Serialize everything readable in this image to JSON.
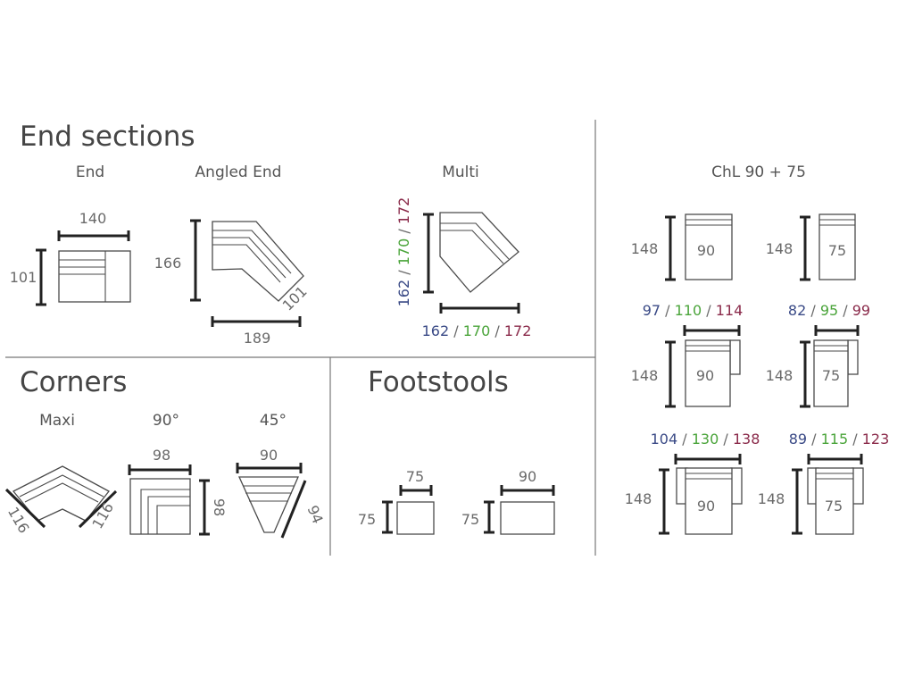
{
  "sections": {
    "end_sections": "End sections",
    "corners": "Corners",
    "footstools": "Footstools"
  },
  "end": {
    "label": "End",
    "width": "140",
    "depth": "101"
  },
  "angled_end": {
    "label": "Angled End",
    "height": "166",
    "width": "189",
    "depth": "101"
  },
  "multi": {
    "label": "Multi",
    "left_v1": "162",
    "left_v2": "170",
    "left_v3": "172",
    "bottom_v1": "162",
    "bottom_v2": "170",
    "bottom_v3": "172",
    "sep": "/"
  },
  "corners": {
    "maxi_label": "Maxi",
    "maxi_left": "116",
    "maxi_right": "116",
    "deg90_label": "90°",
    "deg90_width": "98",
    "deg90_depth": "98",
    "deg45_label": "45°",
    "deg45_width": "90",
    "deg45_depth": "94"
  },
  "footstools": {
    "small_width": "75",
    "small_depth": "75",
    "large_width": "90",
    "large_depth": "75"
  },
  "chl": {
    "title": "ChL 90 + 75",
    "r1_left_height": "148",
    "r1_left_inner": "90",
    "r1_right_height": "148",
    "r1_right_inner": "75",
    "r2_left_v1": "97",
    "r2_left_v2": "110",
    "r2_left_v3": "114",
    "r2_left_height": "148",
    "r2_left_inner": "90",
    "r2_right_v1": "82",
    "r2_right_v2": "95",
    "r2_right_v3": "99",
    "r2_right_height": "148",
    "r2_right_inner": "75",
    "r3_left_v1": "104",
    "r3_left_v2": "130",
    "r3_left_v3": "138",
    "r3_left_height": "148",
    "r3_left_inner": "90",
    "r3_right_v1": "89",
    "r3_right_v2": "115",
    "r3_right_v3": "123",
    "r3_right_height": "148",
    "r3_right_inner": "75"
  },
  "colors": {
    "blue": "#3a4a86",
    "green": "#4aa43a",
    "red": "#8a2a4a",
    "divider": "#777777"
  }
}
